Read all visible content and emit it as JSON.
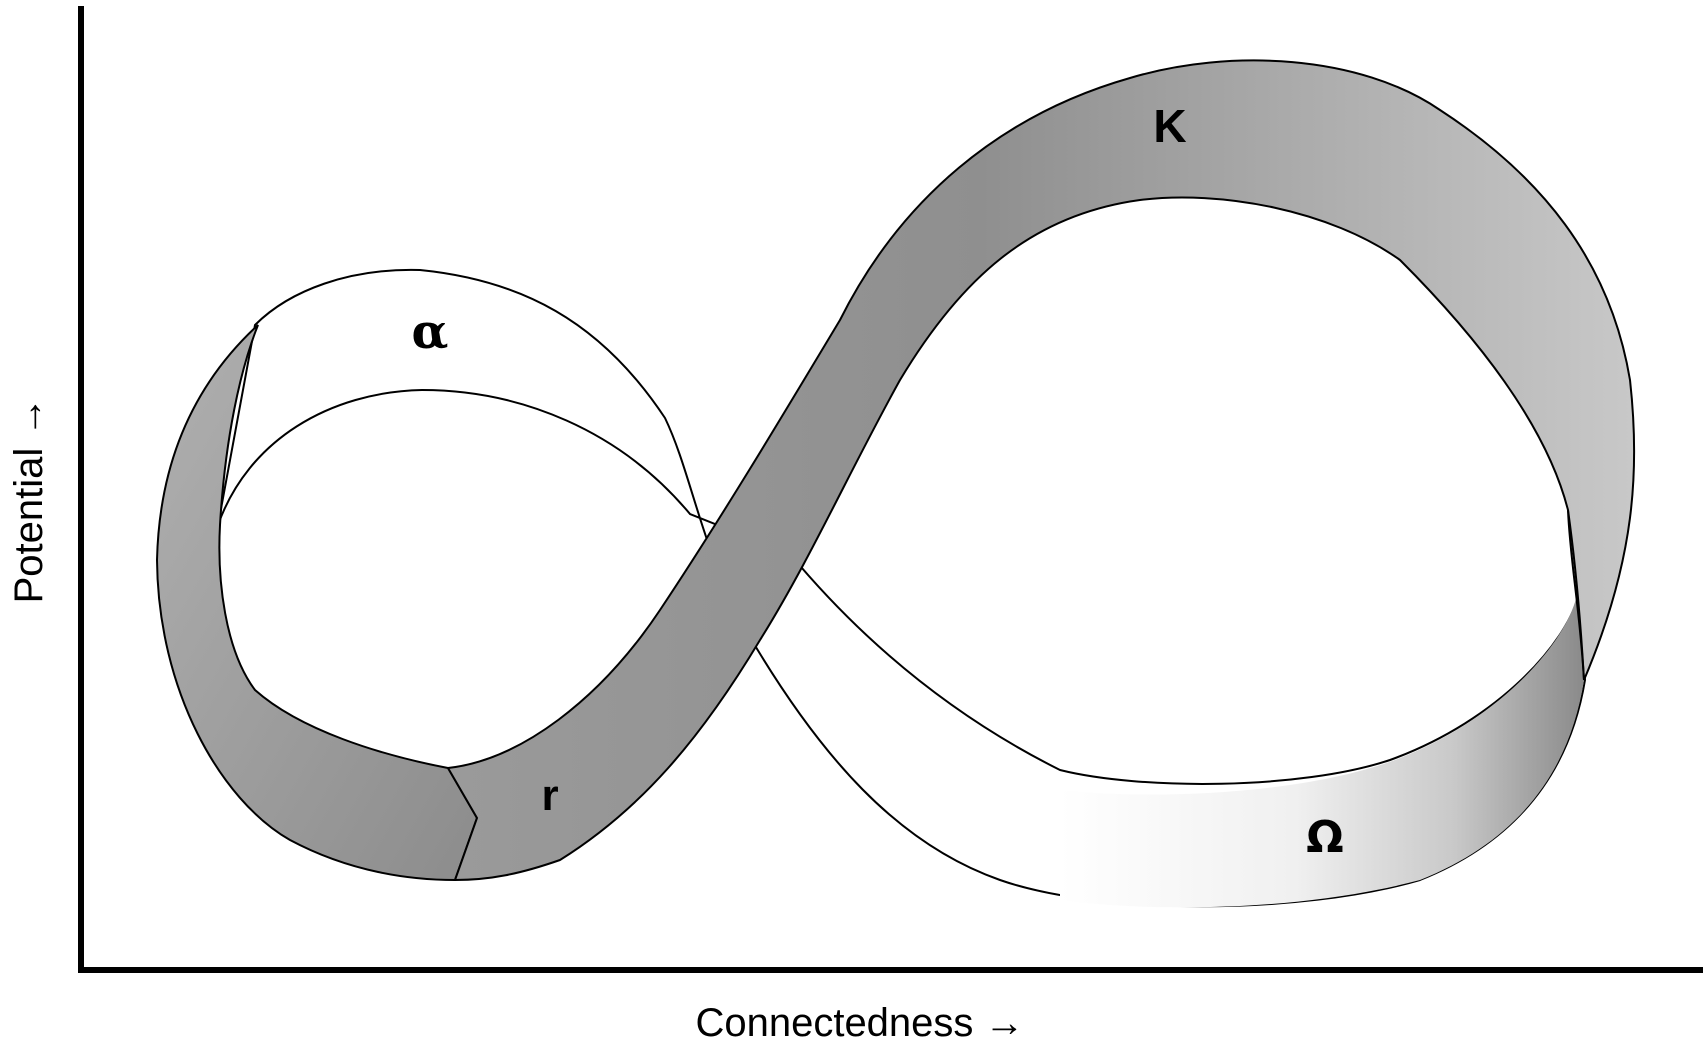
{
  "diagram": {
    "x_axis_label": "Connectedness →",
    "y_axis_label": "Potential →",
    "phases": {
      "alpha": "α",
      "kappa": "K",
      "omega": "Ω",
      "r": "r"
    },
    "colors": {
      "background": "#ffffff",
      "outline": "#000000",
      "band_dark": "#8c8c8c",
      "band_mid": "#a8a8a8",
      "band_light": "#f4f4f4"
    }
  }
}
